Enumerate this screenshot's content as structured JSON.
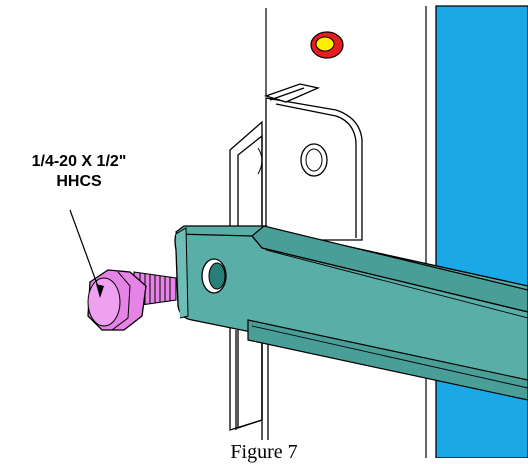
{
  "callout": {
    "line1": "1/4-20 X 1/2\"",
    "line2": "HHCS"
  },
  "caption": "Figure 7",
  "colors": {
    "bar": "#5aaea8",
    "bar_dark": "#3e8c86",
    "bolt": "#e683e6",
    "panel": "#1aa9e6",
    "plug_outer": "#e51e1e",
    "plug_inner": "#ffee00"
  }
}
